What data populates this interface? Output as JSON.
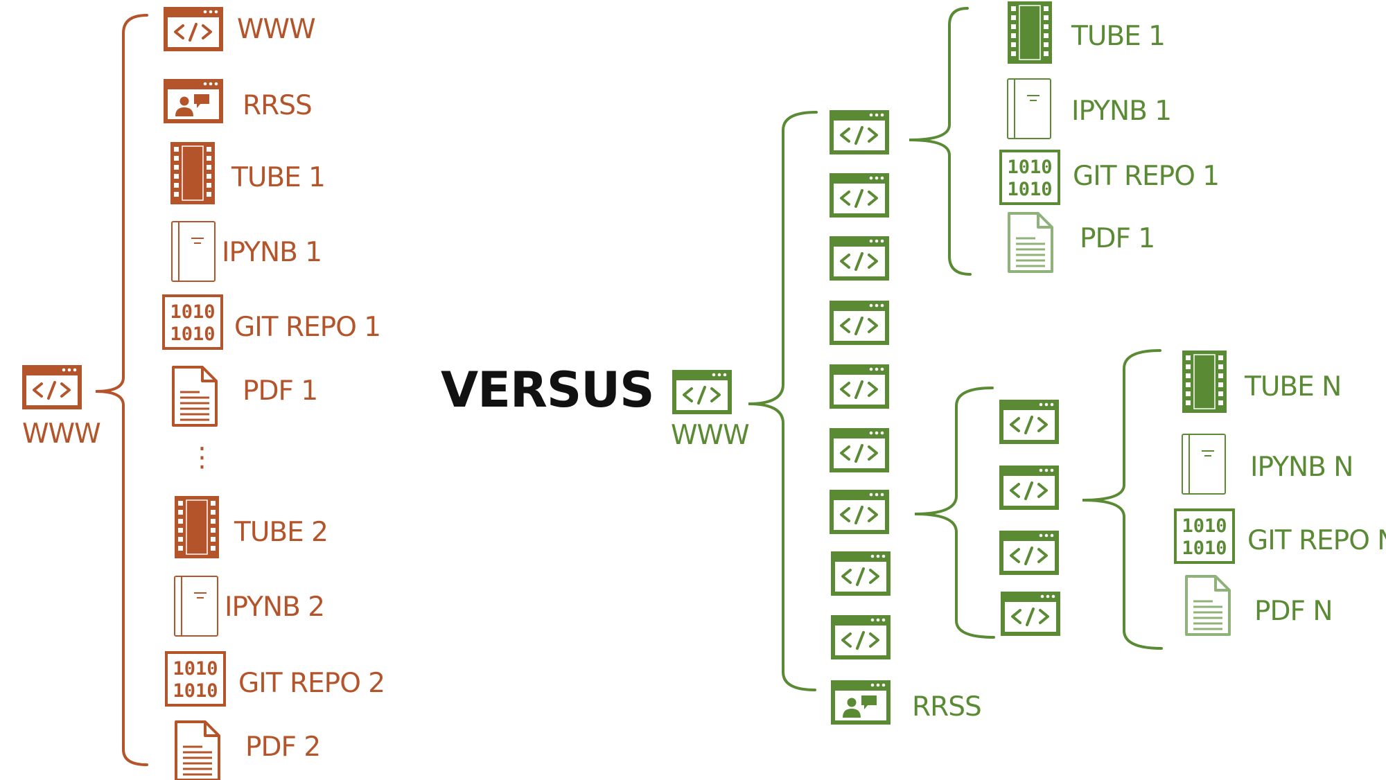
{
  "colors": {
    "orange": "#b4542a",
    "green": "#5a8a34",
    "green_light": "#8fb27a",
    "title": "#111111"
  },
  "center": {
    "title": "VERSUS"
  },
  "left": {
    "root_label": "WWW",
    "items": [
      {
        "icon": "code-window-icon",
        "label": "WWW"
      },
      {
        "icon": "social-profile-icon",
        "label": "RRSS"
      },
      {
        "icon": "film-strip-icon",
        "label": "TUBE 1"
      },
      {
        "icon": "notebook-icon",
        "label": "IPYNB 1"
      },
      {
        "icon": "binary-repo-icon",
        "label": "GIT REPO 1"
      },
      {
        "icon": "document-icon",
        "label": "PDF 1"
      },
      {
        "icon": "film-strip-icon",
        "label": "TUBE 2"
      },
      {
        "icon": "notebook-icon",
        "label": "IPYNB 2"
      },
      {
        "icon": "binary-repo-icon",
        "label": "GIT REPO 2"
      },
      {
        "icon": "document-icon",
        "label": "PDF 2"
      }
    ],
    "ellipsis": "⋮"
  },
  "right": {
    "root_label": "WWW",
    "rrss_label": "RRSS",
    "group1": [
      {
        "icon": "film-strip-icon",
        "label": "TUBE 1"
      },
      {
        "icon": "notebook-icon",
        "label": "IPYNB 1"
      },
      {
        "icon": "binary-repo-icon",
        "label": "GIT REPO 1"
      },
      {
        "icon": "document-icon",
        "label": "PDF 1"
      }
    ],
    "groupN": [
      {
        "icon": "film-strip-icon",
        "label": "TUBE N"
      },
      {
        "icon": "notebook-icon",
        "label": "IPYNB N"
      },
      {
        "icon": "binary-repo-icon",
        "label": "GIT REPO N"
      },
      {
        "icon": "document-icon",
        "label": "PDF N"
      }
    ]
  }
}
